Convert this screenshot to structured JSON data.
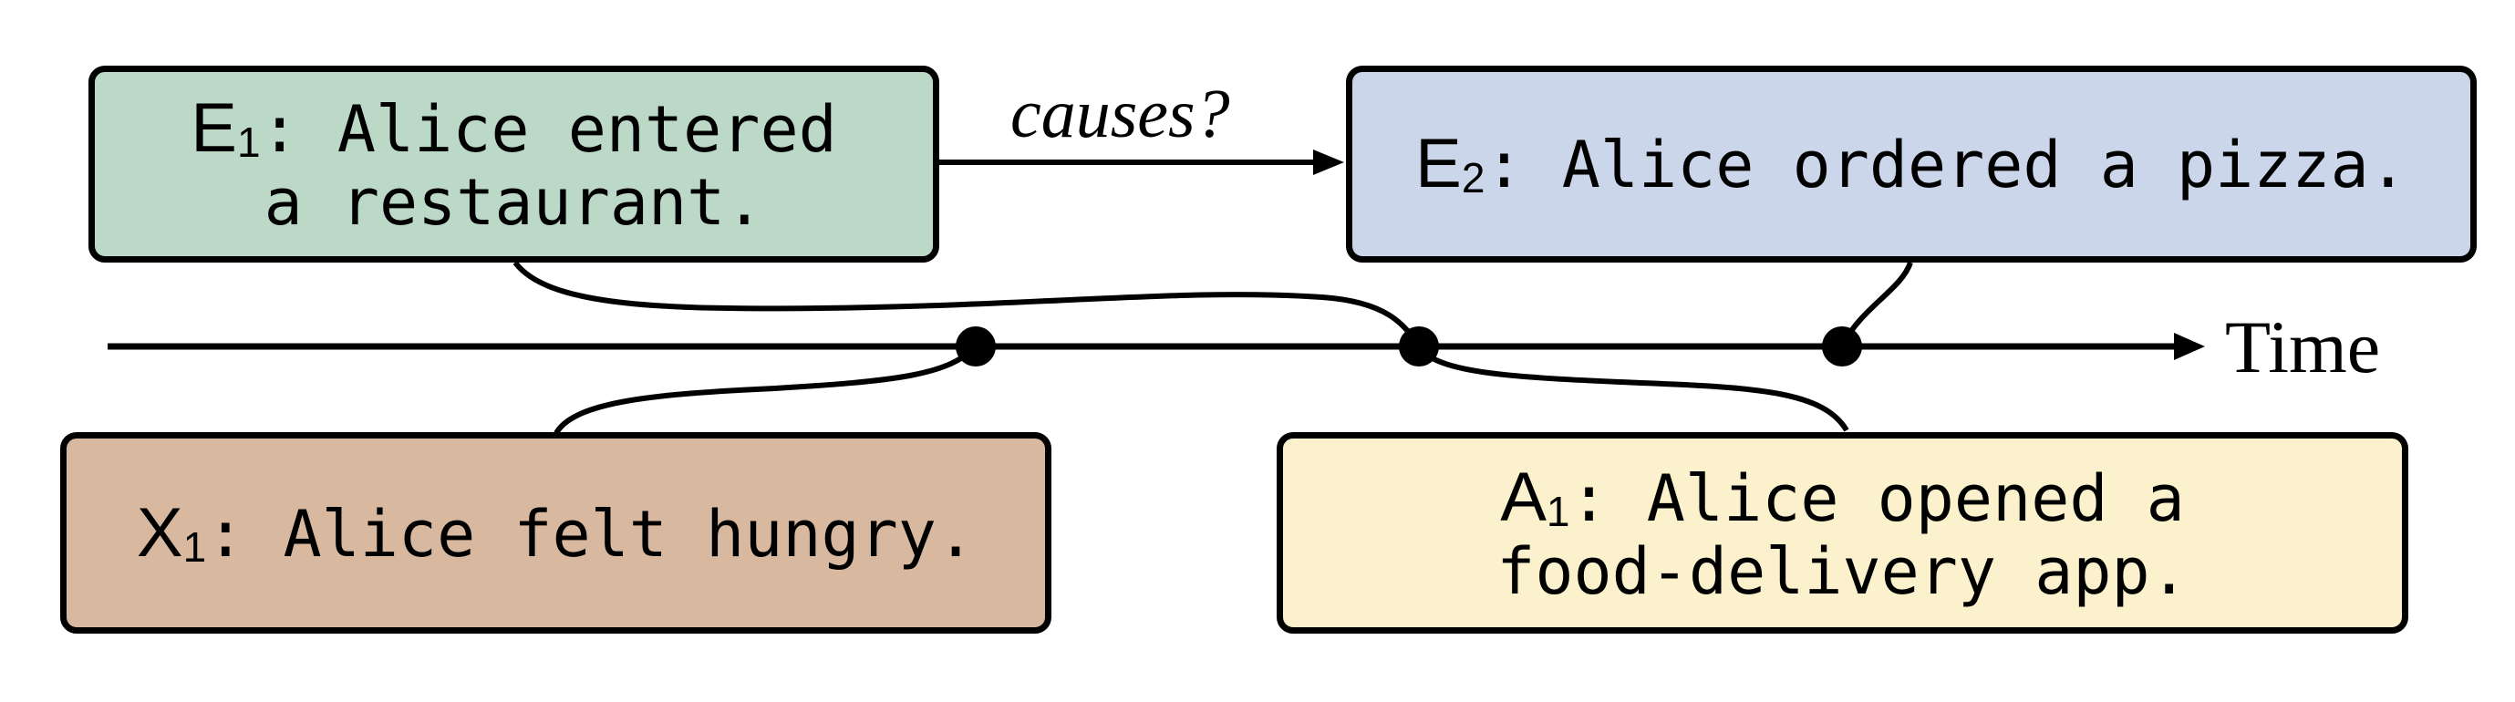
{
  "colors": {
    "e1_fill": "#bcd9c7",
    "e2_fill": "#ccd6ea",
    "x1_fill": "#d8b9a0",
    "a1_fill": "#fbf1cc",
    "stroke": "#000000"
  },
  "boxes": {
    "e1": {
      "label_letter": "E",
      "label_sub": "1",
      "line1": "Alice entered",
      "line2": "a restaurant."
    },
    "e2": {
      "label_letter": "E",
      "label_sub": "2",
      "line1": "Alice ordered a pizza."
    },
    "x1": {
      "label_letter": "X",
      "label_sub": "1",
      "line1": "Alice felt hungry."
    },
    "a1": {
      "label_letter": "A",
      "label_sub": "1",
      "line1": "Alice opened a",
      "line2": "food-delivery app."
    }
  },
  "arrow": {
    "label": "causes?"
  },
  "timeline": {
    "label": "Time"
  }
}
